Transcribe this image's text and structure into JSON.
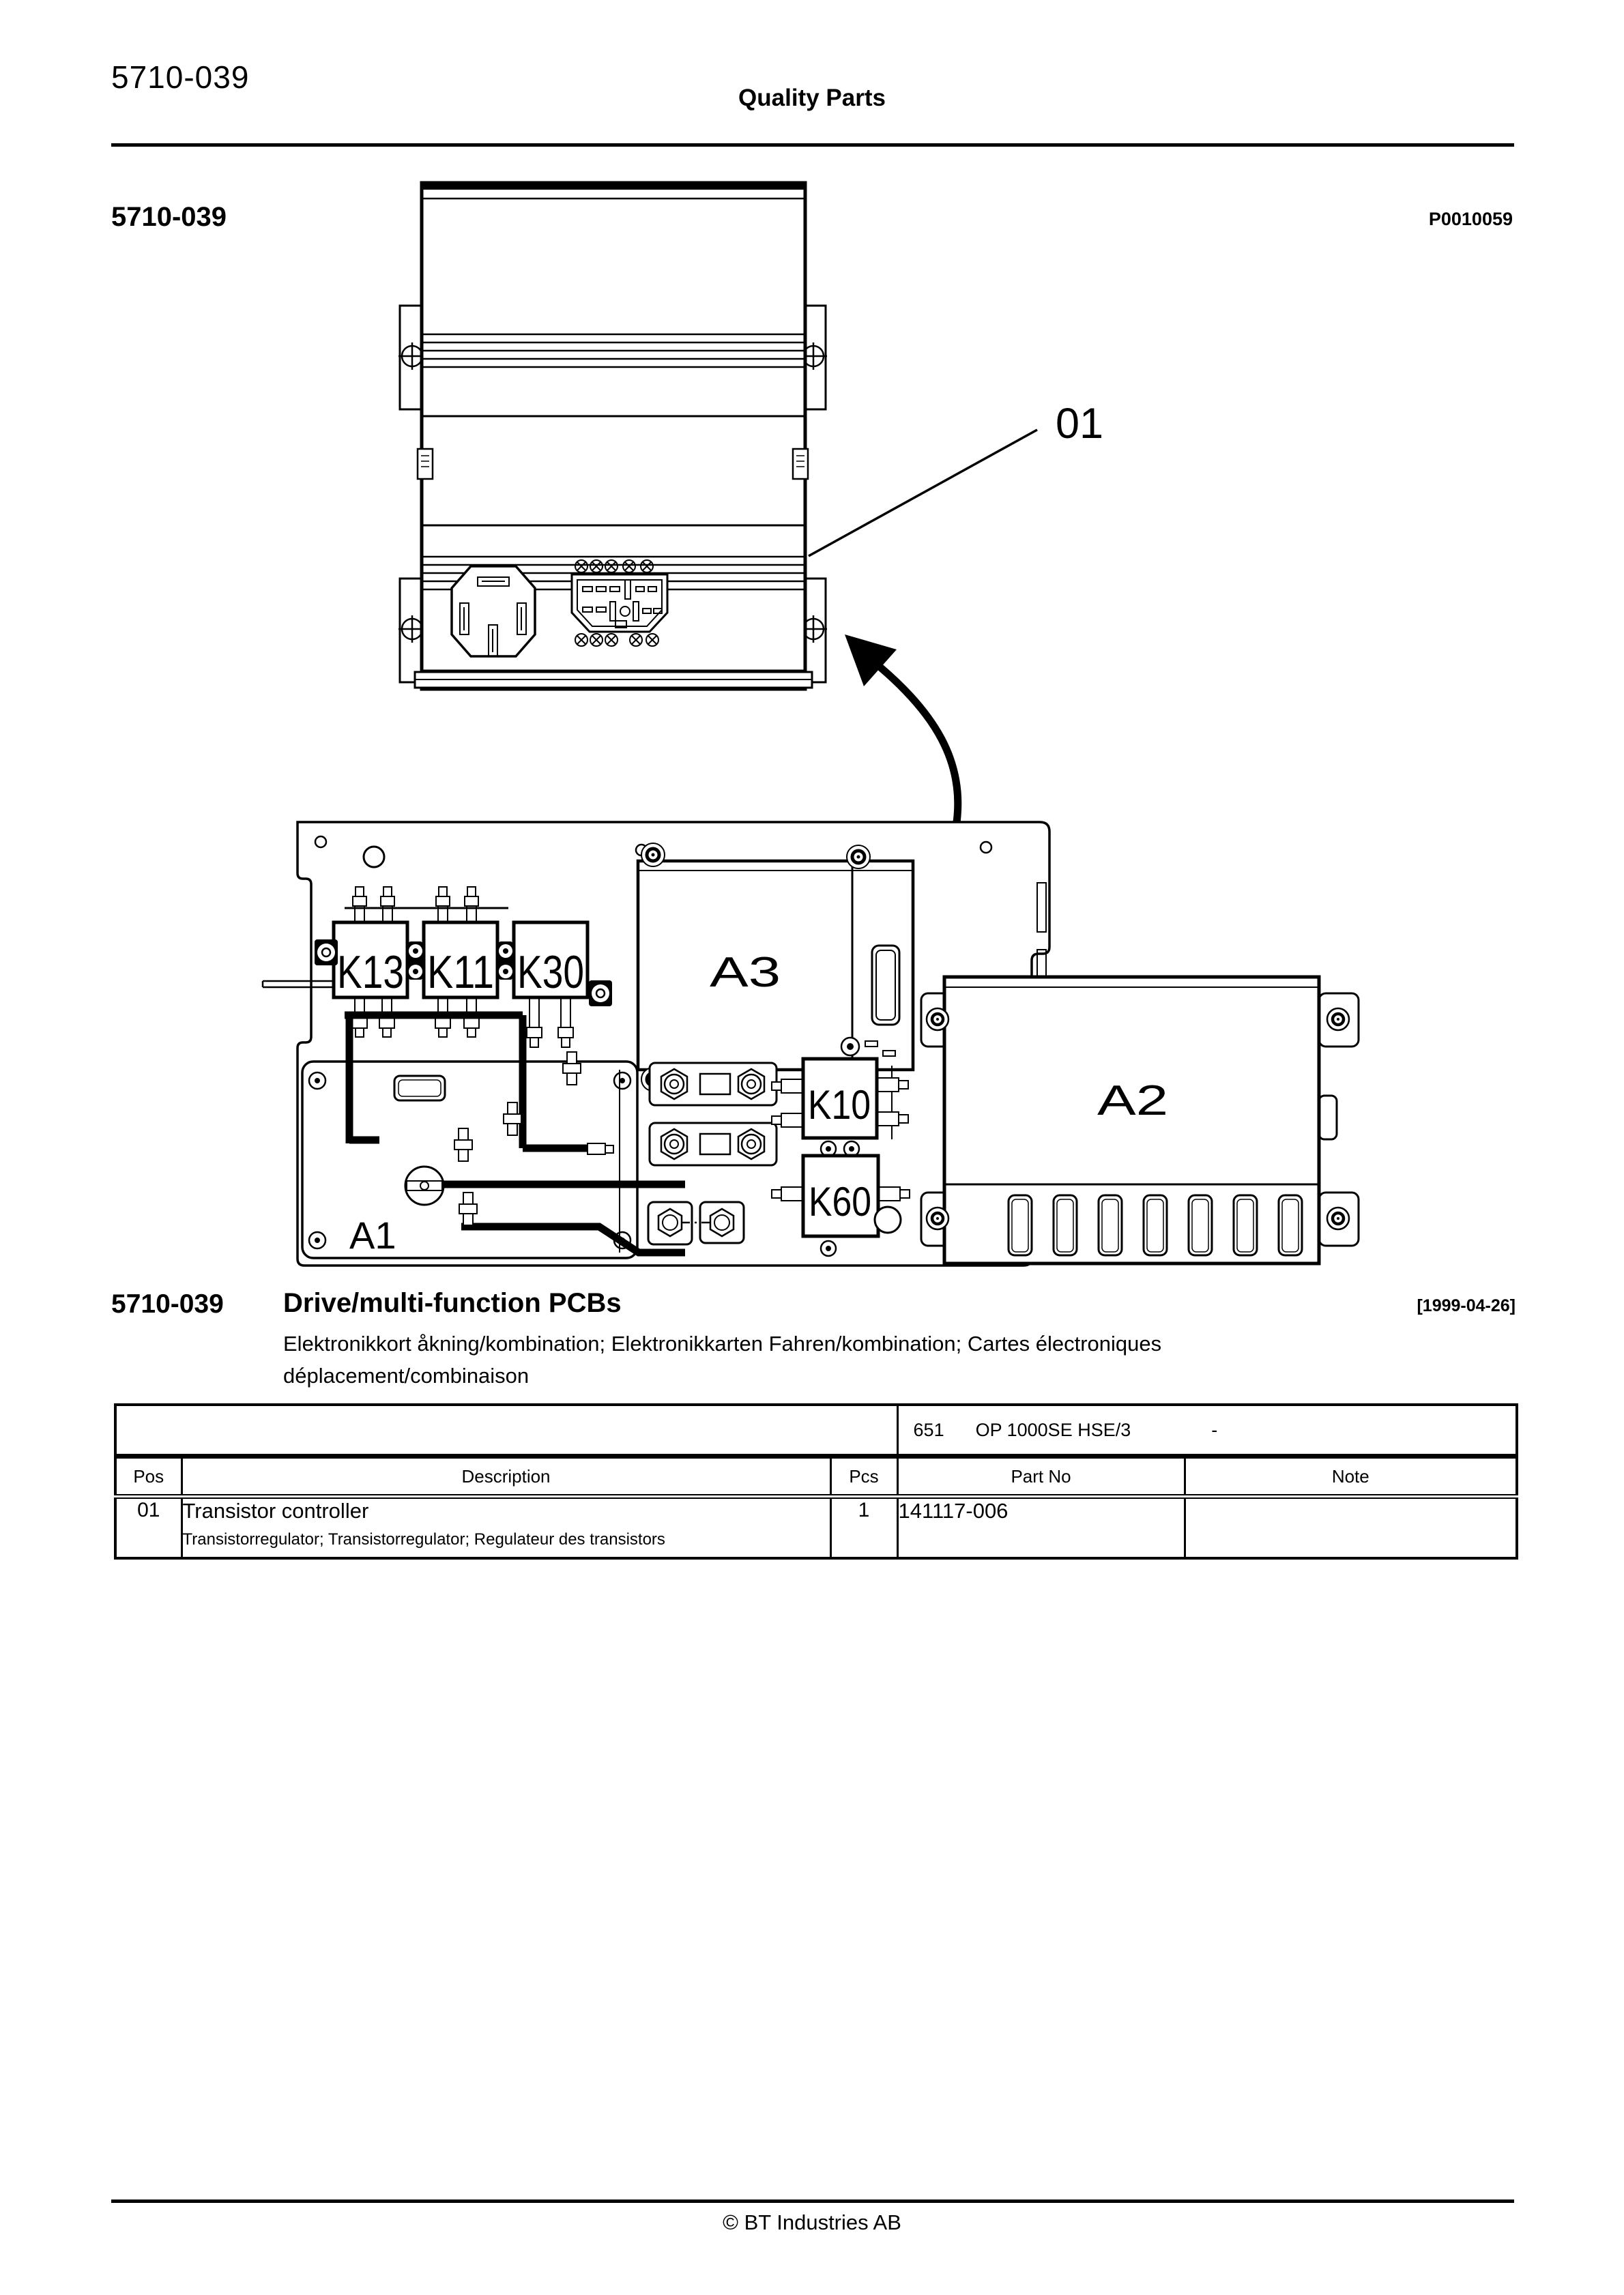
{
  "header": {
    "doc_number_top": "5710-039",
    "center_title": "Quality Parts",
    "doc_number_bold": "5710-039",
    "figure_ref": "P0010059"
  },
  "diagram": {
    "callout": "01",
    "labels": {
      "a1": "A1",
      "a2": "A2",
      "a3": "A3",
      "k13": "K13",
      "k11": "K11",
      "k30": "K30",
      "k10": "K10",
      "k60": "K60"
    }
  },
  "section": {
    "number": "5710-039",
    "title": "Drive/multi-function PCBs",
    "revision_date": "[1999-04-26]",
    "subtitle_line1": "Elektronikkort åkning/kombination; Elektronikkarten Fahren/kombination; Cartes électroniques",
    "subtitle_line2": "déplacement/combinaison"
  },
  "parts_table": {
    "model_code": "651",
    "model_name": "OP 1000SE HSE/3",
    "model_dash": "-",
    "headers": {
      "pos": "Pos",
      "description": "Description",
      "pcs": "Pcs",
      "part_no": "Part No",
      "note": "Note"
    },
    "rows": [
      {
        "pos": "01",
        "description": "Transistor controller",
        "description_alt": "Transistorregulator; Transistorregulator; Regulateur des transistors",
        "pcs": "1",
        "part_no": "141117-006",
        "note": ""
      }
    ]
  },
  "footer": {
    "copyright": "© BT Industries AB"
  }
}
